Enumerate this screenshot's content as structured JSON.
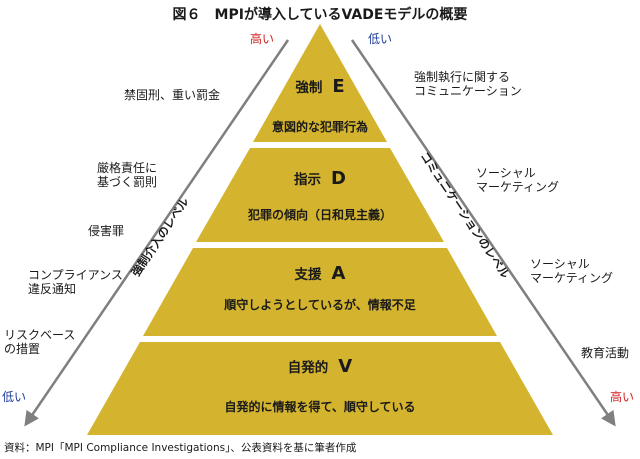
{
  "title": "図６　MPIが導入しているVADEモデルの概要",
  "colors": {
    "pyramid": "#d4b42e",
    "arrow": "#7f7f7f",
    "high": "#d11f1f",
    "low": "#1f3c9c"
  },
  "tiers": [
    {
      "name": "強制",
      "letter": "E",
      "desc": "意図的な犯罪行為"
    },
    {
      "name": "指示",
      "letter": "D",
      "desc": "犯罪の傾向（日和見主義）"
    },
    {
      "name": "支援",
      "letter": "A",
      "desc": "順守しようとしているが、情報不足"
    },
    {
      "name": "自発的",
      "letter": "V",
      "desc": "自発的に情報を得て、順守している"
    }
  ],
  "left_axis": {
    "label": "強制介入のレベル",
    "top": "高い",
    "bottom": "低い"
  },
  "right_axis": {
    "label": "コミュニケーションのレベル",
    "top": "低い",
    "bottom": "高い"
  },
  "left_labels": {
    "l1": "禁固刑、重い罰金",
    "l2a": "厳格責任に",
    "l2b": "基づく罰則",
    "l3": "侵害罪",
    "l4a": "コンプライアンス",
    "l4b": "違反通知",
    "l5a": "リスクベース",
    "l5b": "の措置"
  },
  "right_labels": {
    "r1a": "強制執行に関する",
    "r1b": "コミュニケーション",
    "r2a": "ソーシャル",
    "r2b": "マーケティング",
    "r3a": "ソーシャル",
    "r3b": "マーケティング",
    "r4": "教育活動"
  },
  "source": "資料：MPI「MPI Compliance Investigations」、公表資料を基に筆者作成"
}
